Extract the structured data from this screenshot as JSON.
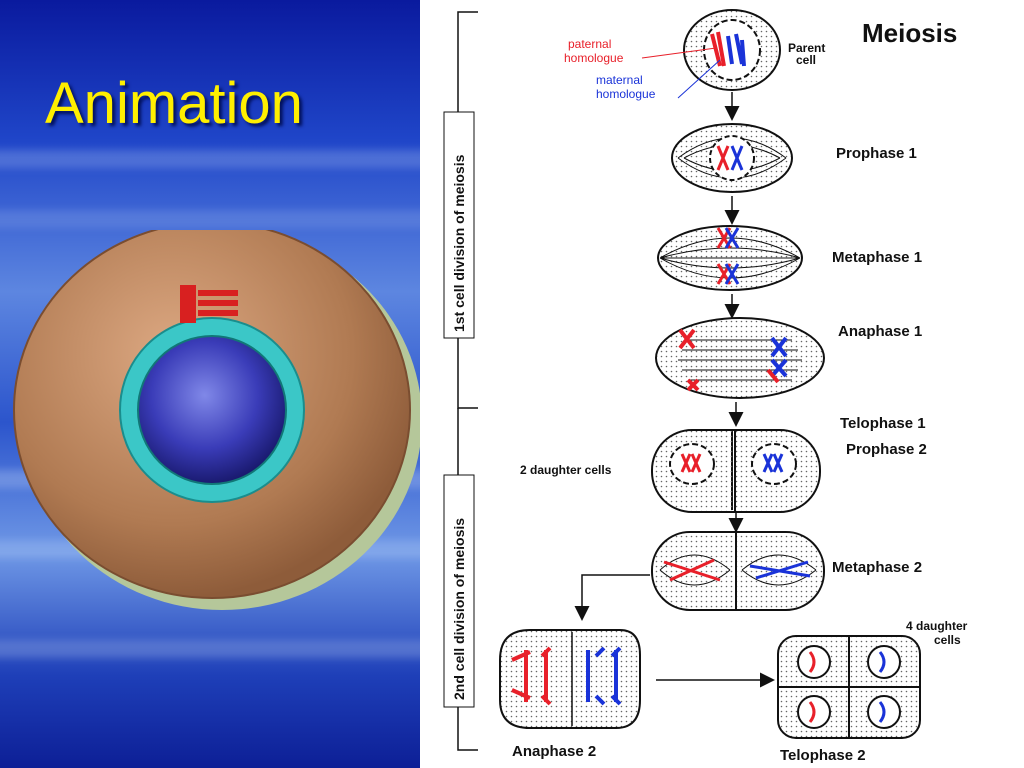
{
  "slide": {
    "title": "Animation"
  },
  "diagram": {
    "title": "Meiosis",
    "parent_cell": [
      "Parent",
      "cell"
    ],
    "paternal": [
      "paternal",
      "homologue"
    ],
    "maternal": [
      "maternal",
      "homologue"
    ],
    "division_1": "1st cell division of meiosis",
    "division_2": "2nd cell division of meiosis",
    "stages": {
      "prophase1": "Prophase 1",
      "metaphase1": "Metaphase 1",
      "anaphase1": "Anaphase 1",
      "telophase1": "Telophase 1",
      "prophase2": "Prophase 2",
      "metaphase2": "Metaphase 2",
      "anaphase2": "Anaphase 2",
      "telophase2": "Telophase 2"
    },
    "two_daughter": "2 daughter cells",
    "four_daughter": [
      "4 daughter",
      "cells"
    ]
  },
  "colors": {
    "paternal": "#e8202a",
    "maternal": "#1a33d8",
    "title_yellow": "#ffef00"
  }
}
